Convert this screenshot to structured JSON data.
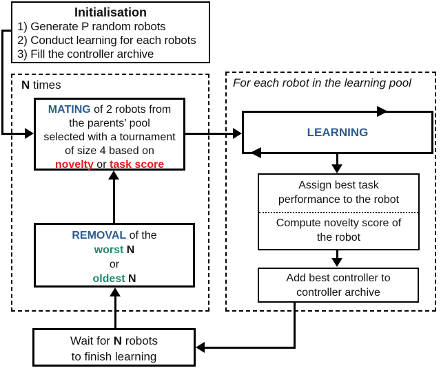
{
  "colors": {
    "accent_blue": "#2e5b8f",
    "accent_red": "#e51a1b",
    "accent_green": "#1e8a6e",
    "line_black": "#000000"
  },
  "init_box": {
    "title": "Initialisation",
    "items": [
      "1) Generate P random robots",
      "2) Conduct learning for each robots",
      "3) Fill the controller archive"
    ]
  },
  "n_times_container": {
    "label_n": "N",
    "label_rest": " times"
  },
  "learning_pool_container": {
    "label": "For each robot in the learning pool"
  },
  "mating_box": {
    "keyword": "MATING",
    "line1_rest": " of 2 robots from",
    "line2": "the parents’ pool",
    "line3": "selected with a tournament",
    "line4": "of size 4 based on",
    "novelty": "novelty",
    "or_separator": " or ",
    "task_score": "task score"
  },
  "removal_box": {
    "keyword": "REMOVAL",
    "line1_rest": " of the",
    "worst": "worst",
    "worst_n": " N",
    "or": "or",
    "oldest": "oldest",
    "oldest_n": " N"
  },
  "learning_box": {
    "label": "LEARNING"
  },
  "assign_box": {
    "line1": "Assign best task",
    "line2": "performance to the robot",
    "line3": "Compute novelty score of",
    "line4": "the robot"
  },
  "add_box": {
    "line1": "Add best controller to",
    "line2": "controller archive"
  },
  "wait_box": {
    "line1_pre": "Wait for ",
    "line1_n": "N",
    "line1_post": " robots",
    "line2": "to finish learning"
  }
}
